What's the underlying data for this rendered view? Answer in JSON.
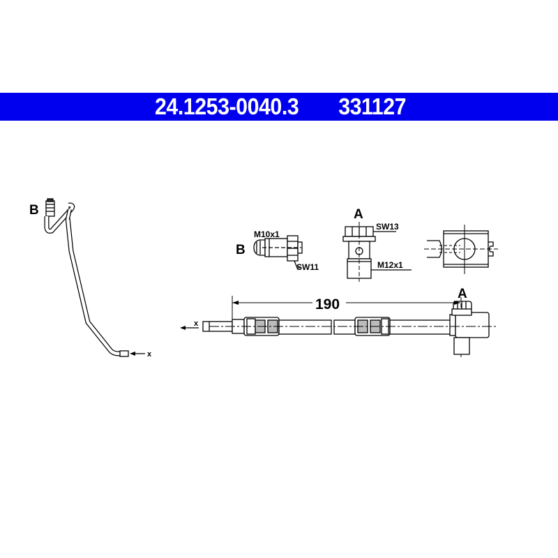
{
  "header": {
    "part_number": "24.1253-0040.3",
    "article_number": "331127",
    "background_color": "#0000ee",
    "text_color": "#ffffff"
  },
  "side_view": {
    "end_label": "B",
    "direction_label": "x"
  },
  "fitting_b": {
    "label": "B",
    "thread": "M10x1",
    "wrench_size": "SW11"
  },
  "fitting_a": {
    "label": "A",
    "wrench_size": "SW13",
    "thread": "M12x1"
  },
  "main_view": {
    "length_dimension": "190",
    "end_label": "A",
    "direction_label": "x"
  }
}
